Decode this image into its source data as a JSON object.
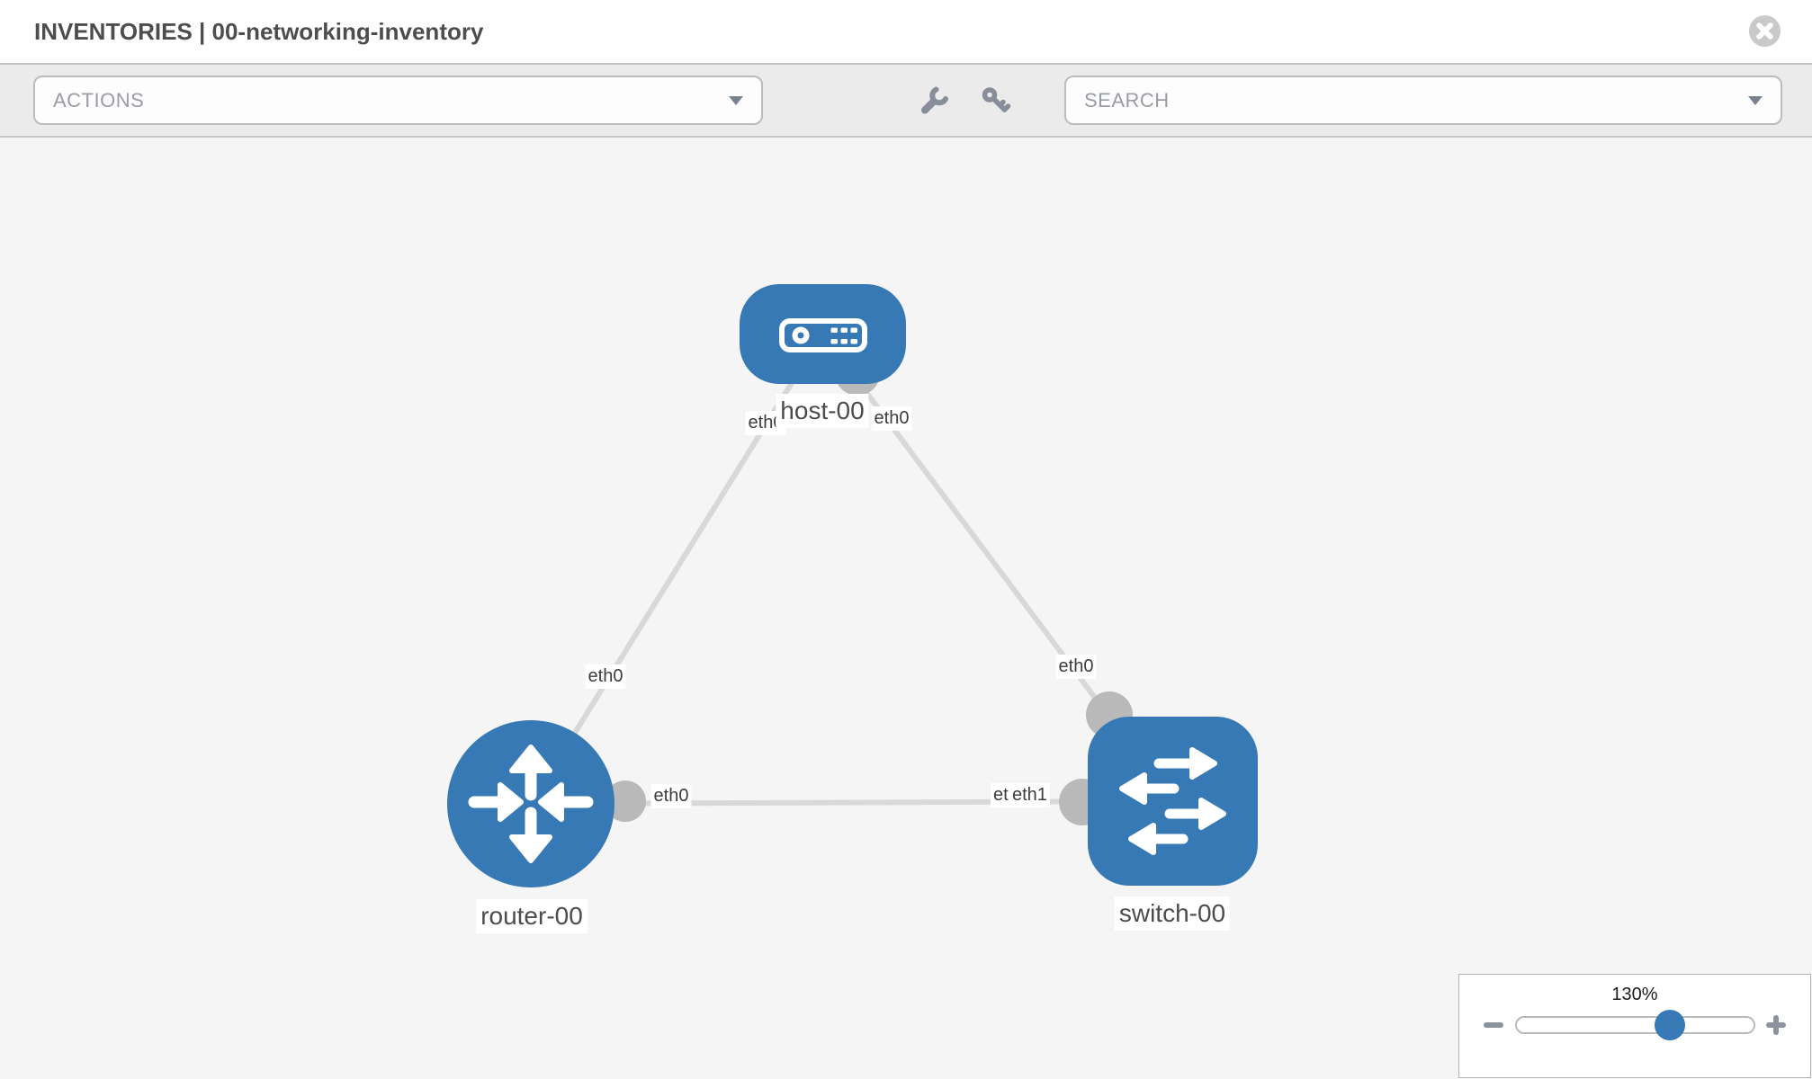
{
  "header": {
    "title": "INVENTORIES | 00-networking-inventory"
  },
  "toolbar": {
    "actions_label": "ACTIONS",
    "search_label": "SEARCH",
    "icons": [
      "wrench-icon",
      "key-icon"
    ]
  },
  "topology": {
    "nodes": [
      {
        "id": "host-00",
        "type": "host",
        "label": "host-00"
      },
      {
        "id": "router-00",
        "type": "router",
        "label": "router-00"
      },
      {
        "id": "switch-00",
        "type": "switch",
        "label": "switch-00"
      }
    ],
    "links": [
      {
        "from": "host-00",
        "to": "router-00",
        "interfaces": [
          "eth0",
          "eth0"
        ]
      },
      {
        "from": "host-00",
        "to": "switch-00",
        "interfaces": [
          "eth0",
          "eth0"
        ]
      },
      {
        "from": "router-00",
        "to": "switch-00",
        "interfaces": [
          "eth0",
          "eth1"
        ]
      }
    ],
    "interface_labels": [
      "eth0",
      "eth0",
      "eth0",
      "eth0",
      "eth0",
      "eth0",
      "eth1"
    ]
  },
  "zoom_control": {
    "level": "130%"
  },
  "colors": {
    "node_blue": "#3779b5",
    "link_grey": "#d8d8d8",
    "connector_grey": "#b9b9b9",
    "canvas_grey": "#f5f5f5"
  }
}
